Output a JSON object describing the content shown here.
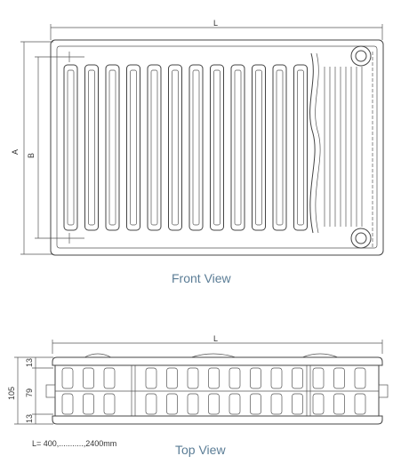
{
  "front_view": {
    "caption": "Front View",
    "dim_length": "L",
    "dim_height_a": "A",
    "dim_height_b": "B"
  },
  "top_view": {
    "caption": "Top View",
    "dim_length": "L",
    "dim_total_depth": "105",
    "dim_inner_depth": "79",
    "dim_top_offset": "13",
    "dim_bottom_offset": "13",
    "length_range_note": "L= 400,...........,2400mm"
  }
}
